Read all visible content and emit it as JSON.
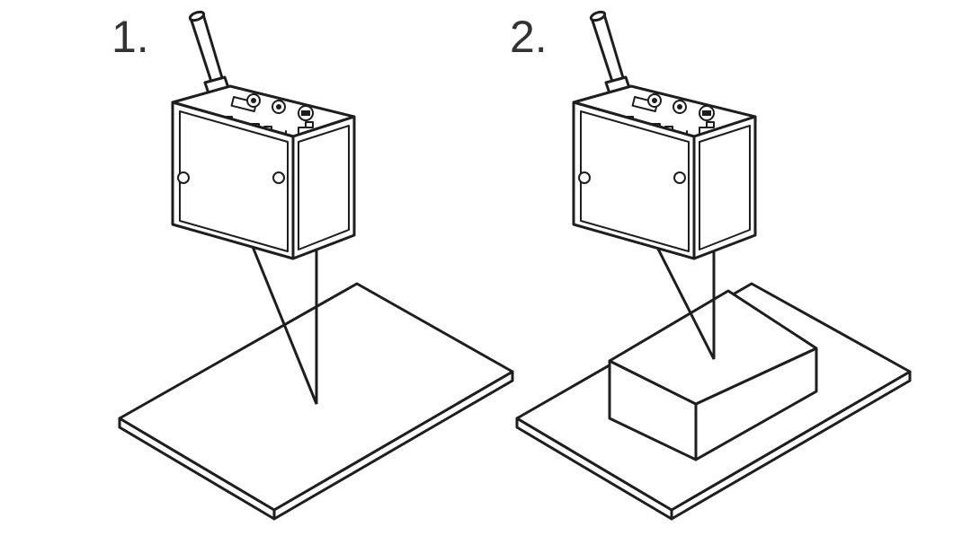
{
  "steps": [
    {
      "label": "1.",
      "scene": "flat-surface"
    },
    {
      "label": "2.",
      "scene": "surface-with-object"
    }
  ],
  "colors": {
    "line": "#1e1e1e",
    "label": "#333333",
    "background": "#ffffff"
  },
  "icons": [
    "laser-distance-sensor-icon",
    "cable-icon"
  ]
}
